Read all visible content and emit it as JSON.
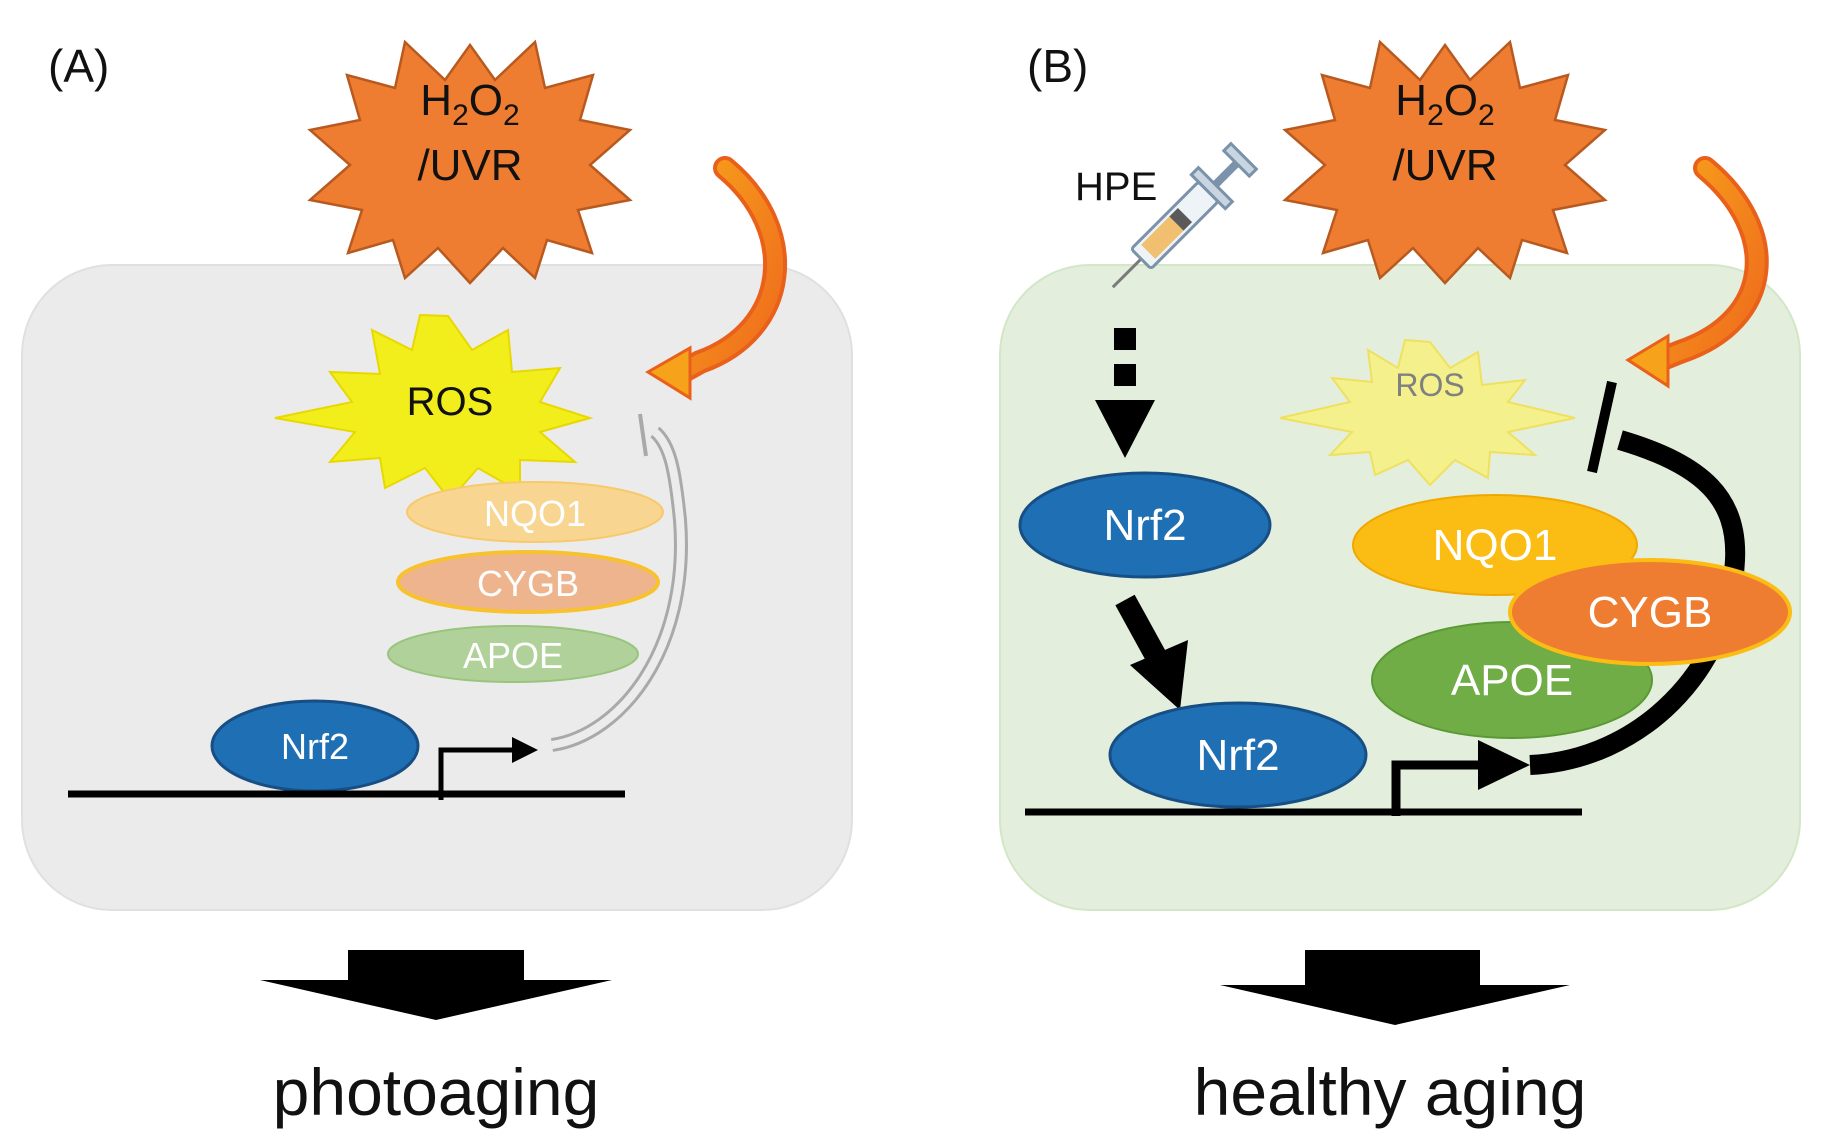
{
  "panels": [
    {
      "id": "A",
      "label": "(A)",
      "stress": {
        "line1_main": "H",
        "line1_sub1": "2",
        "line1_mid": "O",
        "line1_sub2": "2",
        "line2": "/UVR"
      },
      "ros": "ROS",
      "proteins": [
        "NQO1",
        "CYGB",
        "APOE"
      ],
      "nrf2": "Nrf2",
      "outcome": "photoaging"
    },
    {
      "id": "B",
      "label": "(B)",
      "stress": {
        "line1_main": "H",
        "line1_sub1": "2",
        "line1_mid": "O",
        "line1_sub2": "2",
        "line2": "/UVR"
      },
      "treatment": "HPE",
      "ros": "ROS",
      "proteins": [
        "NQO1",
        "CYGB",
        "APOE"
      ],
      "nrf2_cytoplasm": "Nrf2",
      "nrf2_nucleus": "Nrf2",
      "outcome": "healthy aging"
    }
  ],
  "colors": {
    "panel_a_bg": "#ebebeb",
    "panel_b_bg": "#e3efdc",
    "star": "#ee7d31",
    "ros_yellow": "#f2ee1c",
    "nrf2_blue": "#1f6fb5",
    "nqo1": "#fbbd14",
    "cygb": "#ee7d31",
    "apoe": "#70ad47"
  }
}
